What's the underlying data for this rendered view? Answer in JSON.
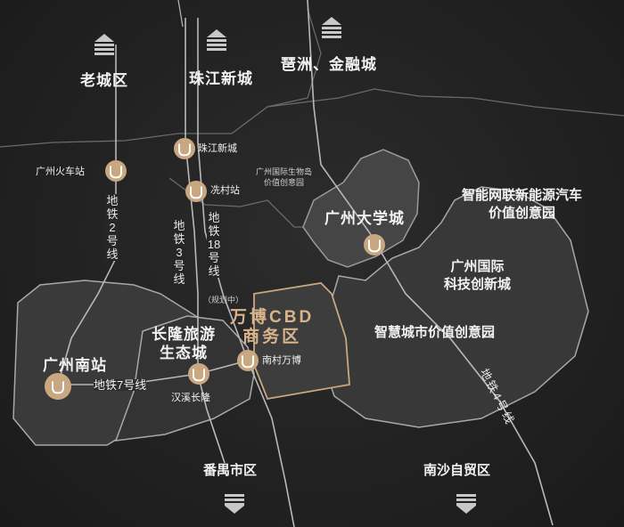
{
  "colors": {
    "accent": "#c9a780",
    "cbd_label": "#d7b48c",
    "line": "#b8b8b8",
    "region_fill": "#3a3a3a"
  },
  "icons": {
    "metro": "metro-station-icon",
    "arrow_up": "arrow-up-icon",
    "arrow_down": "arrow-down-icon"
  },
  "districts": {
    "old_city": "老城区",
    "zhujiang_new_town": "珠江新城",
    "pazhou_finance": "琶洲、金融城",
    "bio_valley": "广州国际生物岛\n价值创意园",
    "university_town": "广州大学城",
    "ev_park": "智能网联新能源汽车\n价值创意园",
    "tech_city": "广州国际\n科技创新城",
    "smart_city": "智慧城市价值创意园",
    "guangzhou_south": "广州南站",
    "changlong": "长隆旅游\n生态城",
    "cbd": "万博CBD\n商务区",
    "panyu": "番禺市区",
    "nansha": "南沙自贸区"
  },
  "stations": {
    "gz_railway": "广州火车站",
    "zhujiang_station": "珠江新城",
    "xiancun": "冼村站",
    "nancun_wanbo": "南村万博",
    "hanxi_changlong": "汉溪长隆"
  },
  "metro_lines": {
    "line2": "地铁2号线",
    "line3": "地铁3号线",
    "line18": "地铁18号线",
    "line18_note": "（规划中）",
    "line7": "地铁7号线",
    "line4": "地铁4号线"
  }
}
